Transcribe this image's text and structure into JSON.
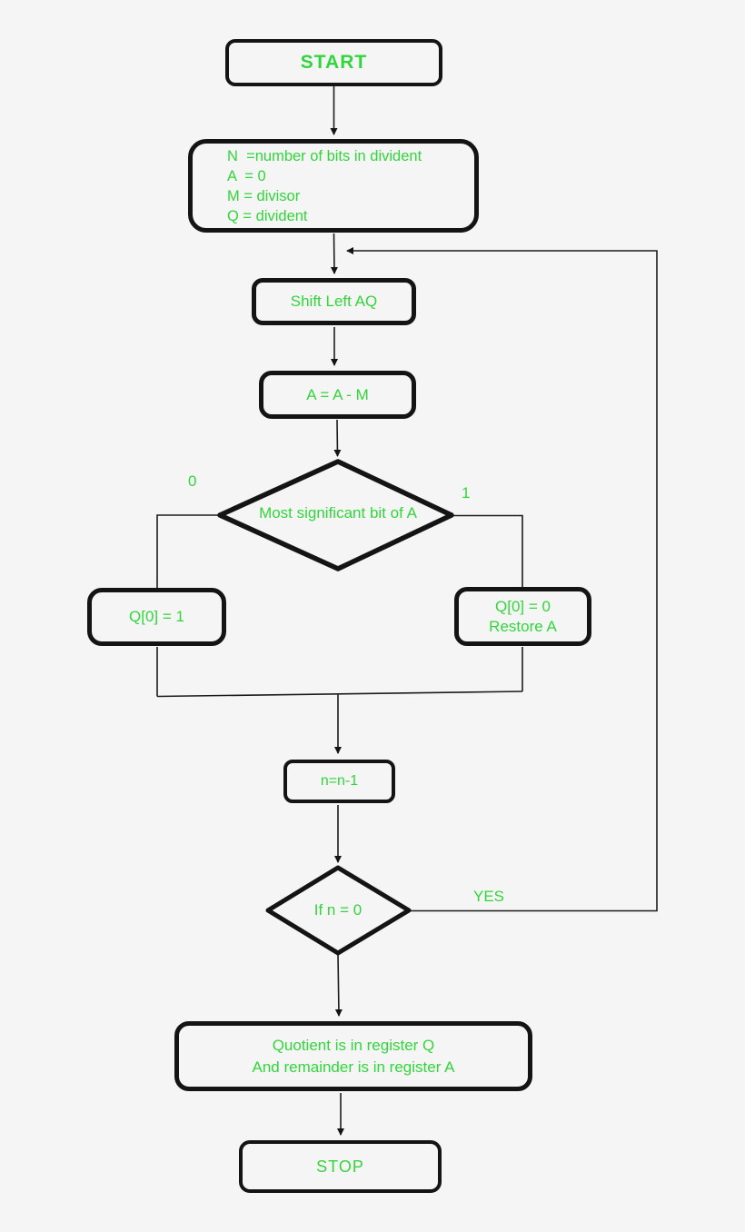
{
  "title": "Restoring Division Algorithm Flowchart",
  "colors": {
    "text_green": "#32d53c",
    "line": "#1c1c1c",
    "background": "#f5f5f5",
    "border": "#141414"
  },
  "nodes": {
    "start": {
      "label": "START"
    },
    "init": {
      "lines": [
        "N  =number of bits in divident",
        "A  = 0",
        "M = divisor",
        "Q = divident"
      ]
    },
    "shift": {
      "label": "Shift Left AQ"
    },
    "subtract": {
      "label": "A = A - M"
    },
    "msb_decision": {
      "label": "Most significant bit of A",
      "branch_left": "0",
      "branch_right": "1"
    },
    "set_q1": {
      "label": "Q[0] = 1"
    },
    "set_q0": {
      "lines": [
        "Q[0] = 0",
        "Restore A"
      ]
    },
    "decrement": {
      "label": "n=n-1"
    },
    "n_zero_decision": {
      "label": "If n = 0",
      "branch_yes": "YES"
    },
    "result": {
      "lines": [
        "Quotient is in register Q",
        "And remainder is in register A"
      ]
    },
    "stop": {
      "label": "STOP"
    }
  }
}
